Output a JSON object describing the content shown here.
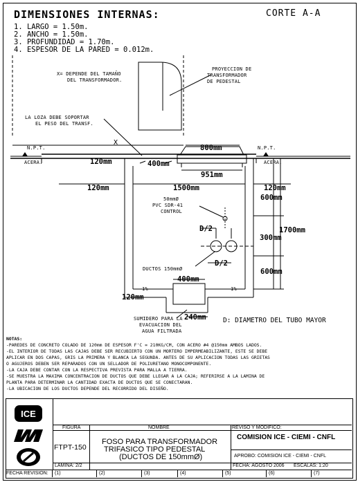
{
  "header": {
    "title": "DIMENSIONES INTERNAS:",
    "section": "CORTE A-A",
    "items": [
      "1. LARGO = 1.50m.",
      "2. ANCHO = 1.50m.",
      "3. PROFUNDIDAD = 1.70m.",
      "4. ESPESOR DE LA PARED = 0.012m."
    ]
  },
  "drawing": {
    "note_x": [
      "X= DEPENDE DEL TAMAÑO",
      "DEL TRANSFORMADOR."
    ],
    "projection": [
      "PROYECCION DE",
      "TRANSFORMADOR",
      "DE PEDESTAL"
    ],
    "slab_note": [
      "LA LOZA DEBE SOPORTAR",
      "EL PESO DEL TRANSF."
    ],
    "npt_left": "N.P.T.",
    "npt_right": "N.P.T.",
    "acera_left": "ACERA.",
    "acera_right": "ACERA.",
    "x_label": "X",
    "d800": "800mm",
    "d120a": "120mm",
    "d400a": "400mm",
    "d951": "951mm",
    "d120b": "120mm",
    "d1500": "1500mm",
    "d120c": "120mm",
    "d600a": "600mm",
    "d1700": "1700mm",
    "d300": "300mm",
    "d600b": "600mm",
    "pvc": [
      "50mmØ",
      "PVC SDR-41",
      "CONTROL"
    ],
    "d2a": "D/2",
    "d2b": "D/2",
    "ductos": "DUCTOS 150mmØ",
    "d400b": "400mm",
    "slope_left": "1%",
    "slope_right": "1%",
    "d120d": "120mm",
    "d240": "240mm",
    "sumidero": [
      "SUMIDERO PARA LA",
      "EVACUACION DEL",
      "AGUA FILTRADA"
    ],
    "legend_d": "D: DIAMETRO DEL TUBO MAYOR"
  },
  "notes": {
    "heading": "NOTAS:",
    "lines": [
      "-PAREDES DE CONCRETO COLADO DE 120mm DE ESPESOR F'C = 210KG/CM, CON ACERO #4 @150mm AMBOS LADOS.",
      "-EL INTERIOR DE TODAS LAS CAJAS DEBE SER RECUBIERTO CON UN MORTERO IMPERMEABILIZANTE, ESTE SE DEBE",
      " APLICAR EN DOS CAPAS, GRIS LA PRIMERA Y BLANCA LA SEGUNDA. ANTES DE SU APLICACION TODAS LAS GRIETAS",
      " O AGUJEROS DEBEN SER REPARADOS CON UN SELLADOR DE POLIURETANO MONOCOMPONENTE.",
      "-LA CAJA DEBE CONTAR CON LA RESPECTIVA PREVISTA PARA MALLA A TIERRA.",
      "-SE MUESTRA LA MAXIMA CONCENTRACION DE DUCTOS QUE DEBE LLEGAR A LA CAJA; REFERIRSE A LA LAMINA DE",
      " PLANTA PARA DETERMINAR LA CANTIDAD EXACTA DE DUCTOS QUE SE CONECTARAN.",
      "-LA UBICACION DE LOS DUCTOS DEPENDE DEL RECORRIDO DEL DISEÑO."
    ]
  },
  "title_block": {
    "logos": [
      "ICE",
      "CNFL",
      "CIEMI"
    ],
    "figura_label": "FIGURA",
    "figura_value": "FTPT-150",
    "nombre_label": "NOMBRE",
    "nombre_lines": [
      "FOSO PARA TRANSFORMADOR",
      "TRIFASICO TIPO PEDESTAL",
      "(DUCTOS DE 150mmØ)"
    ],
    "revision_label": "REVISO Y MODIFICO:",
    "revision_value": "COMISION ICE - CIEMI - CNFL",
    "aprobo": "APROBO: COMISION ICE - CIEMI - CNFL",
    "lamina": "LAMINA: 2/2",
    "fecha": "FECHA: AGOSTO 2006",
    "escalas": "ESCALAS: 1:20",
    "fecha_revision_label": "FECHA REVISION:",
    "revision_cells": [
      "(1)",
      "(2)",
      "(3)",
      "(4)",
      "(5)",
      "(6)",
      "(7)"
    ]
  }
}
